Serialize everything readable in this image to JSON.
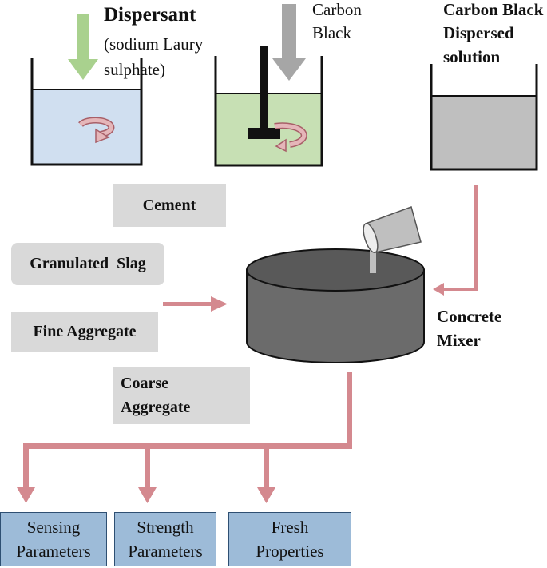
{
  "inputs": {
    "dispersant": "Dispersant",
    "dispersant_detail_1": "(sodium Laury",
    "dispersant_detail_2": "sulphate)",
    "carbon_black_1": "Carbon",
    "carbon_black_2": "Black",
    "dispersed_solution_1": "Carbon Black",
    "dispersed_solution_2": "Dispersed",
    "dispersed_solution_3": "solution"
  },
  "materials": {
    "cement": "Cement",
    "granulated_slag": "Granulated  Slag",
    "fine_aggregate": "Fine Aggregate",
    "coarse_aggregate_1": "Coarse",
    "coarse_aggregate_2": "Aggregate"
  },
  "mixer": {
    "label_1": "Concrete",
    "label_2": "Mixer"
  },
  "outputs": [
    {
      "line1": "Sensing",
      "line2": "Parameters"
    },
    {
      "line1": "Strength",
      "line2": "Parameters"
    },
    {
      "line1": "Fresh",
      "line2": "Properties"
    }
  ],
  "colors": {
    "dispersant_arrow": "#a9d18e",
    "carbon_arrow": "#a6a6a6",
    "flow_arrow": "#d4898f",
    "beaker_1_fill": "#d0dff0",
    "beaker_2_fill": "#c7e0b4",
    "beaker_3_fill": "#bfbfbf",
    "mixer_body": "#6b6b6b",
    "material_box": "#d9d9d9",
    "output_box": "#9dbbd8"
  }
}
